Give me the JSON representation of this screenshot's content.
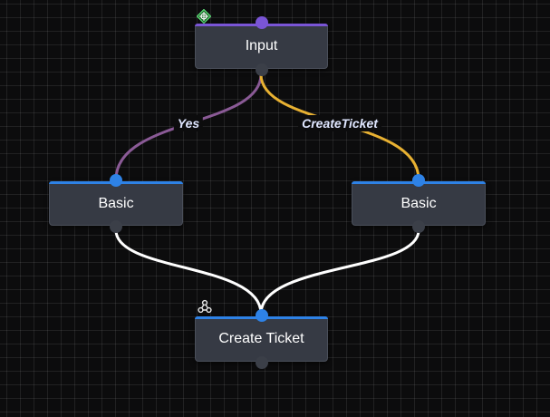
{
  "colors": {
    "input_accent": "#7a55d6",
    "basic_accent": "#2e82e6",
    "edge_yes": "#8a5a96",
    "edge_createticket": "#e8b132",
    "edge_default": "#ffffff"
  },
  "nodes": {
    "input": {
      "label": "Input",
      "icon": "target-icon"
    },
    "basic_left": {
      "label": "Basic"
    },
    "basic_right": {
      "label": "Basic"
    },
    "create_ticket": {
      "label": "Create Ticket",
      "icon": "webhook-icon"
    }
  },
  "edges": [
    {
      "from": "input",
      "to": "basic_left",
      "label": "Yes",
      "color": "#8a5a96"
    },
    {
      "from": "input",
      "to": "basic_right",
      "label": "CreateTicket",
      "color": "#e8b132"
    },
    {
      "from": "basic_left",
      "to": "create_ticket",
      "label": "",
      "color": "#ffffff"
    },
    {
      "from": "basic_right",
      "to": "create_ticket",
      "label": "",
      "color": "#ffffff"
    }
  ]
}
